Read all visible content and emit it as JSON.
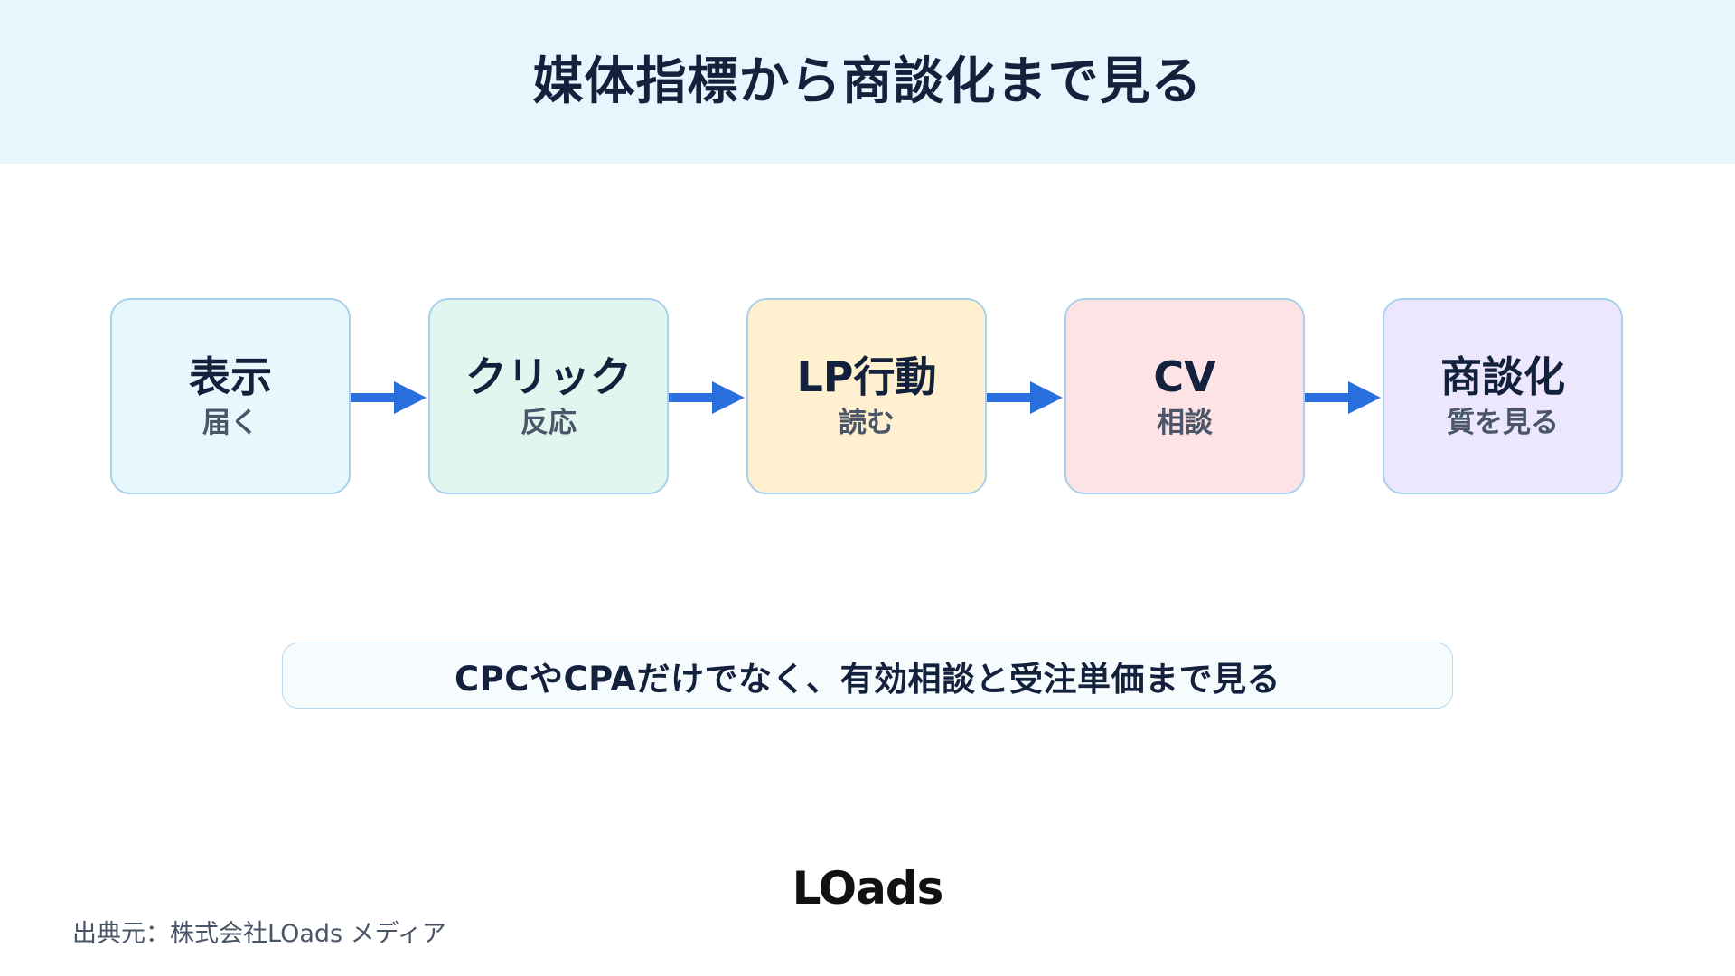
{
  "header": {
    "title": "媒体指標から商談化まで見る"
  },
  "flow": {
    "steps": [
      {
        "label": "表示",
        "sub": "届く"
      },
      {
        "label": "クリック",
        "sub": "反応"
      },
      {
        "label": "LP行動",
        "sub": "読む"
      },
      {
        "label": "CV",
        "sub": "相談"
      },
      {
        "label": "商談化",
        "sub": "質を見る"
      }
    ]
  },
  "note": {
    "text": "CPCやCPAだけでなく、有効相談と受注単価まで見る"
  },
  "footer": {
    "logo": "LOads",
    "source": "出典元：株式会社LOads メディア"
  },
  "colors": {
    "header_bg": "#e8f5fd",
    "step_1": "#e7f8fd",
    "step_2": "#e0f6ee",
    "step_3": "#fff1cf",
    "step_4": "#fde2e6",
    "step_5": "#ece7fc",
    "step_border": "#a9d0ea",
    "arrow": "#2a6fde",
    "title_text": "#14213d"
  }
}
